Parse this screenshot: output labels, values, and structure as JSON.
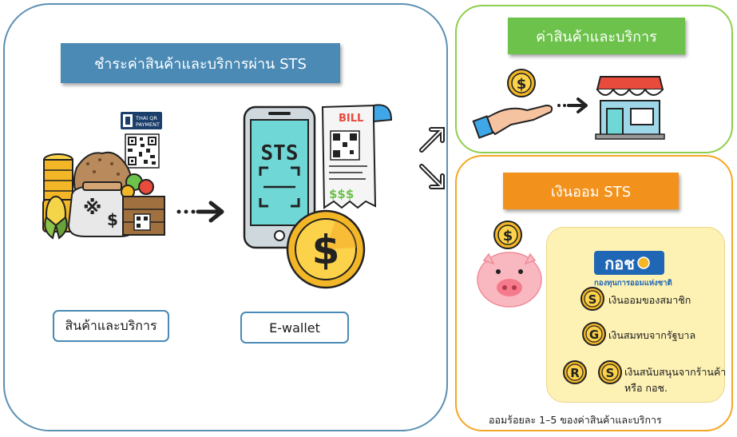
{
  "left_panel": {
    "title": "ชำระค่าสินค้าและบริการผ่าน STS",
    "goods_label": "สินค้าและบริการ",
    "ewallet_label": "E-wallet",
    "qr_badge_line1": "THAI QR",
    "qr_badge_line2": "PAYMENT",
    "phone_text": "STS",
    "bill_text": "BILL",
    "bill_dollars": "$$$",
    "coin_symbol": "$"
  },
  "top_panel": {
    "title": "ค่าสินค้าและบริการ",
    "coin_symbol": "$"
  },
  "bottom_panel": {
    "title": "เงินออม STS",
    "coin_symbol": "$",
    "ndf_logo": "กอช",
    "ndf_caption": "กองทุนการออมแห่งชาติ",
    "items": [
      {
        "coins": [
          "S"
        ],
        "text": "เงินออมของสมาชิก"
      },
      {
        "coins": [
          "G"
        ],
        "text": "เงินสมทบจากรัฐบาล"
      },
      {
        "coins": [
          "R",
          "S"
        ],
        "text": "เงินสนับสนุนจากร้านค้า",
        "text2": "หรือ กอช."
      }
    ],
    "footer": "ออมร้อยละ 1–5 ของค่าสินค้าและบริการ"
  }
}
